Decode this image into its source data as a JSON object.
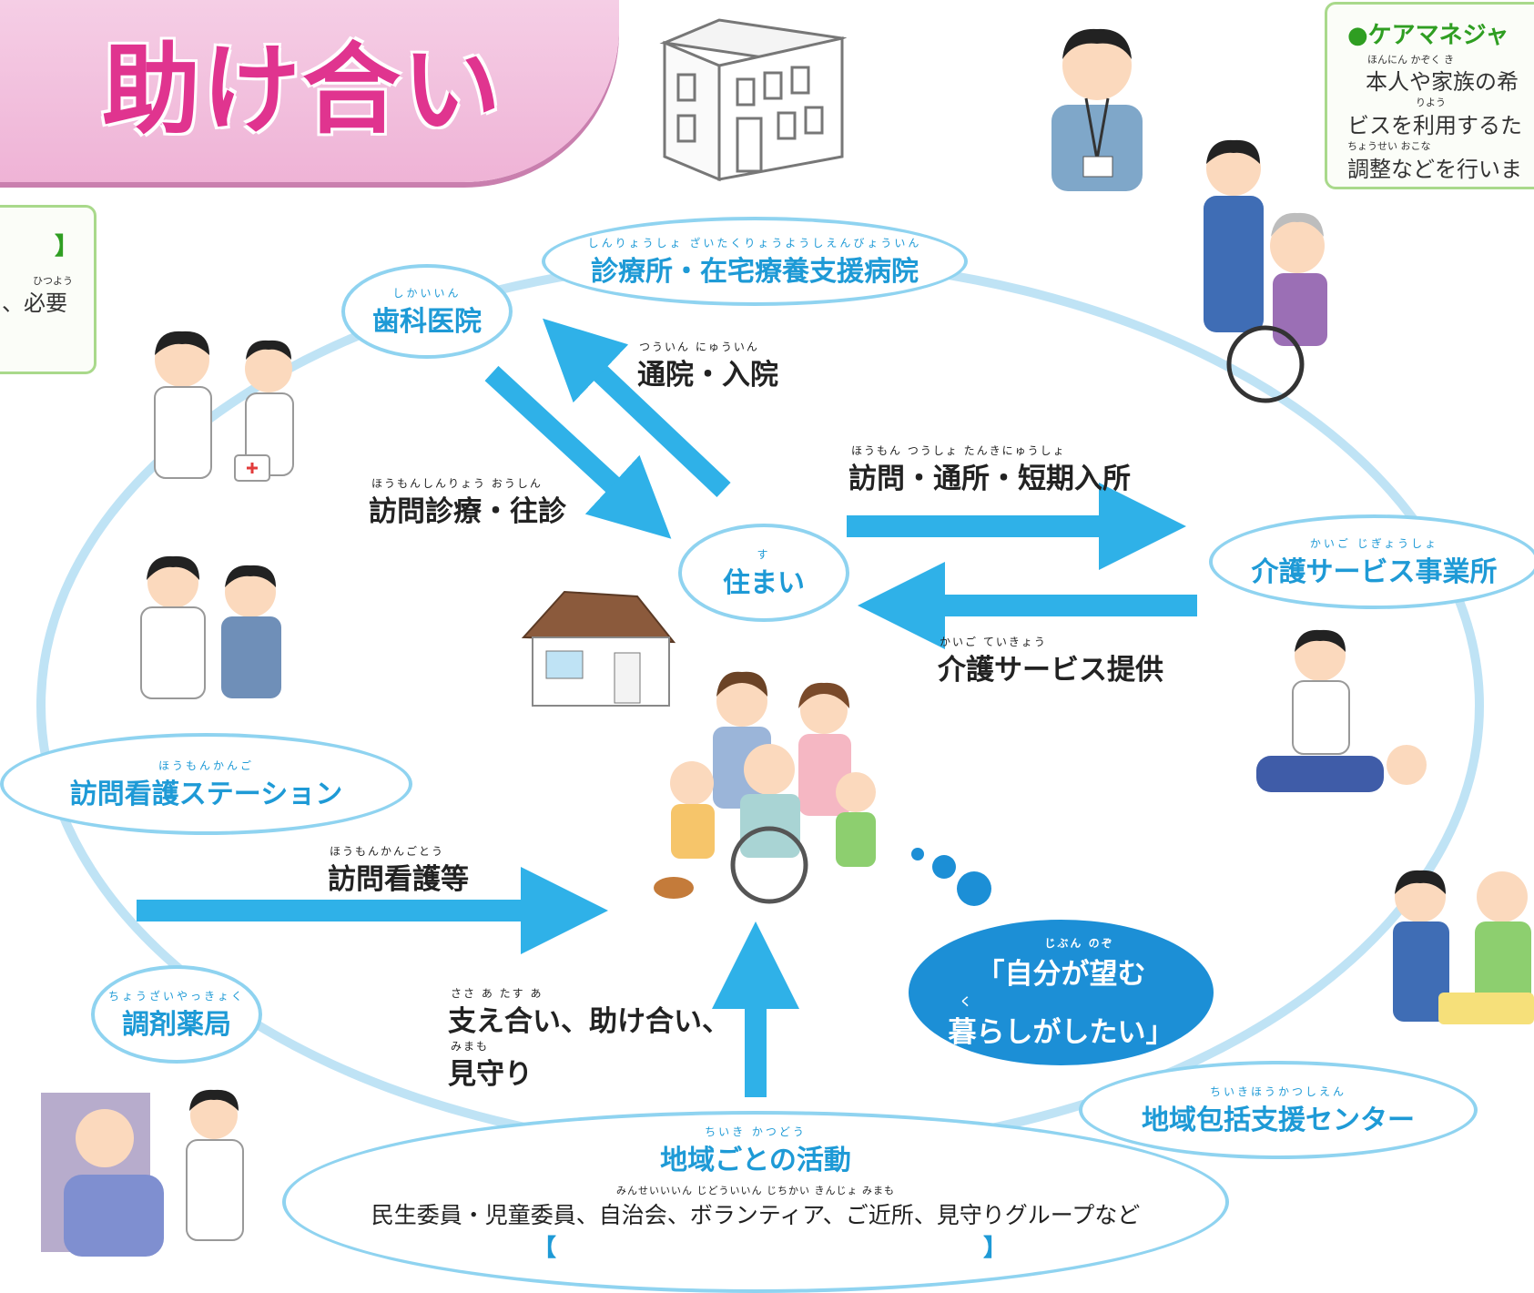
{
  "header": {
    "title_main": "助け合い"
  },
  "colors": {
    "accent_blue": "#1e9ad6",
    "oval_border": "#8fd3f0",
    "arrow": "#2fb1e8",
    "pink": "#e0348f",
    "green": "#2f9e22"
  },
  "care_manager_box": {
    "heading": "●ケアマネジャ",
    "line1": "本人や家族の希",
    "line1_ruby": "ほんにん  かぞく  き",
    "line2": "ビスを利用するた",
    "line2_ruby": "りよう",
    "line3": "調整などを行いま",
    "line3_ruby": "ちょうせい      おこな"
  },
  "left_box": {
    "bracket": "】",
    "text": "、必要",
    "ruby": "ひつよう"
  },
  "nodes": {
    "clinic": {
      "ruby": "しんりょうしょ  ざいたくりょうようしえんびょういん",
      "label": "診療所・在宅療養支援病院"
    },
    "dental": {
      "ruby": "しかいいん",
      "label": "歯科医院"
    },
    "home": {
      "ruby": "す",
      "label": "住まい"
    },
    "care_office": {
      "ruby": "かいご            じぎょうしょ",
      "label": "介護サービス事業所"
    },
    "nursing_station": {
      "ruby": "ほうもんかんご",
      "label": "訪問看護ステーション"
    },
    "pharmacy": {
      "ruby": "ちょうざいやっきょく",
      "label": "調剤薬局"
    },
    "support_center": {
      "ruby": "ちいきほうかつしえん",
      "label": "地域包括支援センター"
    },
    "community": {
      "ruby": "ちいき        かつどう",
      "label": "地域ごとの活動",
      "detail_ruby": "みんせいいいん  じどういいん  じちかい                          きんじょ  みまも",
      "detail": "民生委員・児童委員、自治会、ボランティア、ご近所、見守りグループなど",
      "bracket_open": "【",
      "bracket_close": "】"
    }
  },
  "flows": {
    "outpatient": {
      "ruby": "つういん  にゅういん",
      "label": "通院・入院"
    },
    "home_visit": {
      "ruby": "ほうもんしんりょう  おうしん",
      "label": "訪問診療・往診"
    },
    "visit_services": {
      "ruby": "ほうもん    つうしょ    たんきにゅうしょ",
      "label": "訪問・通所・短期入所"
    },
    "care_provision": {
      "ruby": "かいご            ていきょう",
      "label": "介護サービス提供"
    },
    "nursing_visit": {
      "ruby": "ほうもんかんごとう",
      "label": "訪問看護等"
    },
    "mutual_help": {
      "ruby1": "ささ  あ    たす  あ",
      "line1": "支え合い、助け合い、",
      "ruby2": "みまも",
      "line2": "見守り"
    }
  },
  "wish_bubble": {
    "ruby1": "じぶん  のぞ",
    "line1": "「自分が望む",
    "ruby2": "く",
    "line2": "暮らしがしたい」"
  }
}
